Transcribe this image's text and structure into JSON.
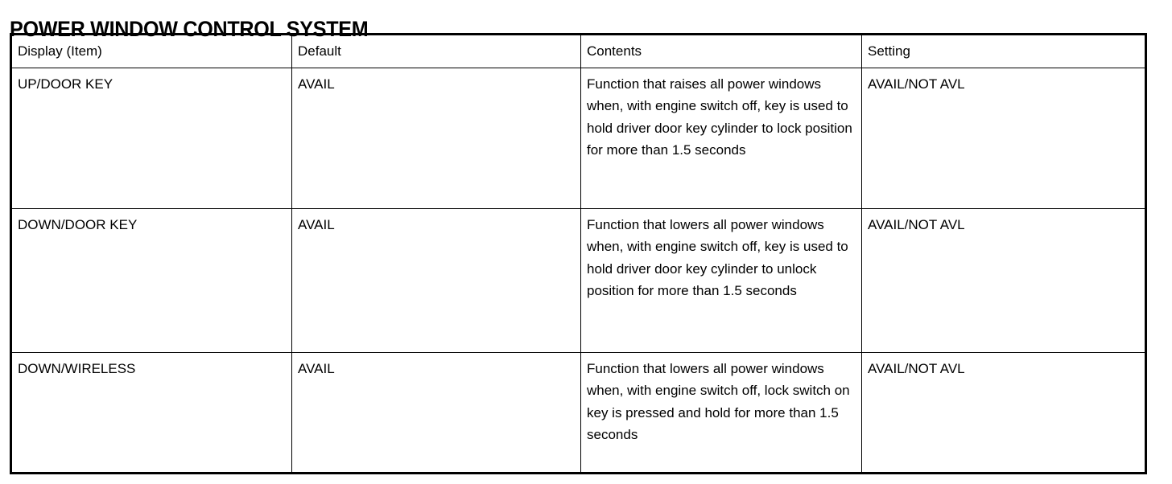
{
  "title": "POWER WINDOW CONTROL SYSTEM",
  "table": {
    "columns": [
      "Display (Item)",
      "Default",
      "Contents",
      "Setting"
    ],
    "rows": [
      {
        "item": "UP/DOOR KEY",
        "default": "AVAIL",
        "contents": "Function that raises all power windows when, with engine switch off, key is used to hold driver door key cylinder to lock position for more than 1.5 seconds",
        "setting": "AVAIL/NOT AVL"
      },
      {
        "item": "DOWN/DOOR KEY",
        "default": "AVAIL",
        "contents": "Function that lowers all power windows when, with engine switch off, key is used to hold driver door key cylinder to unlock position for more than 1.5 seconds",
        "setting": "AVAIL/NOT AVL"
      },
      {
        "item": "DOWN/WIRELESS",
        "default": "AVAIL",
        "contents": "Function that lowers all power windows when, with engine switch off, lock switch on key is pressed and hold for more than 1.5 seconds",
        "setting": "AVAIL/NOT AVL"
      }
    ]
  },
  "colors": {
    "text": "#000000",
    "background": "#ffffff",
    "border": "#000000"
  }
}
